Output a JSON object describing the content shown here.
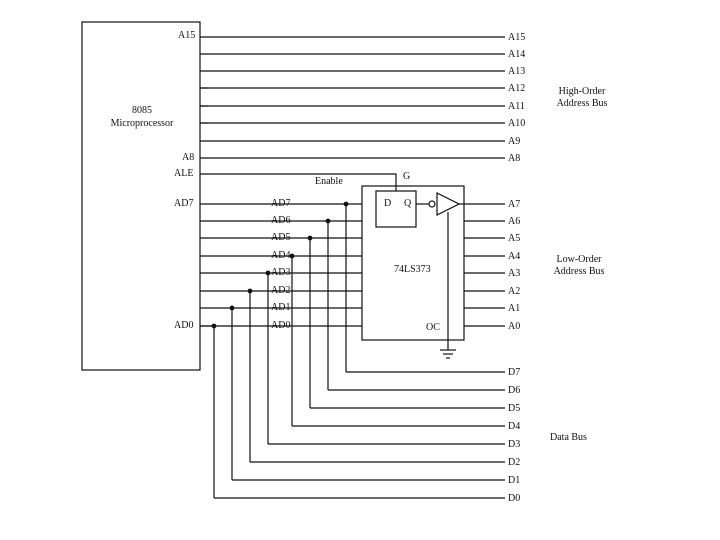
{
  "cpu": {
    "line1": "8085",
    "line2": "Microprocessor"
  },
  "cpu_pins": {
    "a15": "A15",
    "a8": "A8",
    "ale": "ALE",
    "ad7": "AD7",
    "ad0": "AD0"
  },
  "latch": {
    "name": "74LS373",
    "d_pin": "D",
    "q_pin": "Q",
    "g_pin": "G",
    "oc_pin": "OC"
  },
  "enable_label": "Enable",
  "ad_labels": [
    "AD7",
    "AD6",
    "AD5",
    "AD4",
    "AD3",
    "AD2",
    "AD1",
    "AD0"
  ],
  "high_outputs": [
    "A15",
    "A14",
    "A13",
    "A12",
    "A11",
    "A10",
    "A9",
    "A8"
  ],
  "low_outputs": [
    "A7",
    "A6",
    "A5",
    "A4",
    "A3",
    "A2",
    "A1",
    "A0"
  ],
  "data_outputs": [
    "D7",
    "D6",
    "D5",
    "D4",
    "D3",
    "D2",
    "D1",
    "D0"
  ],
  "groups": {
    "high": {
      "line1": "High-Order",
      "line2": "Address Bus"
    },
    "low": {
      "line1": "Low-Order",
      "line2": "Address Bus"
    },
    "data": "Data Bus"
  }
}
